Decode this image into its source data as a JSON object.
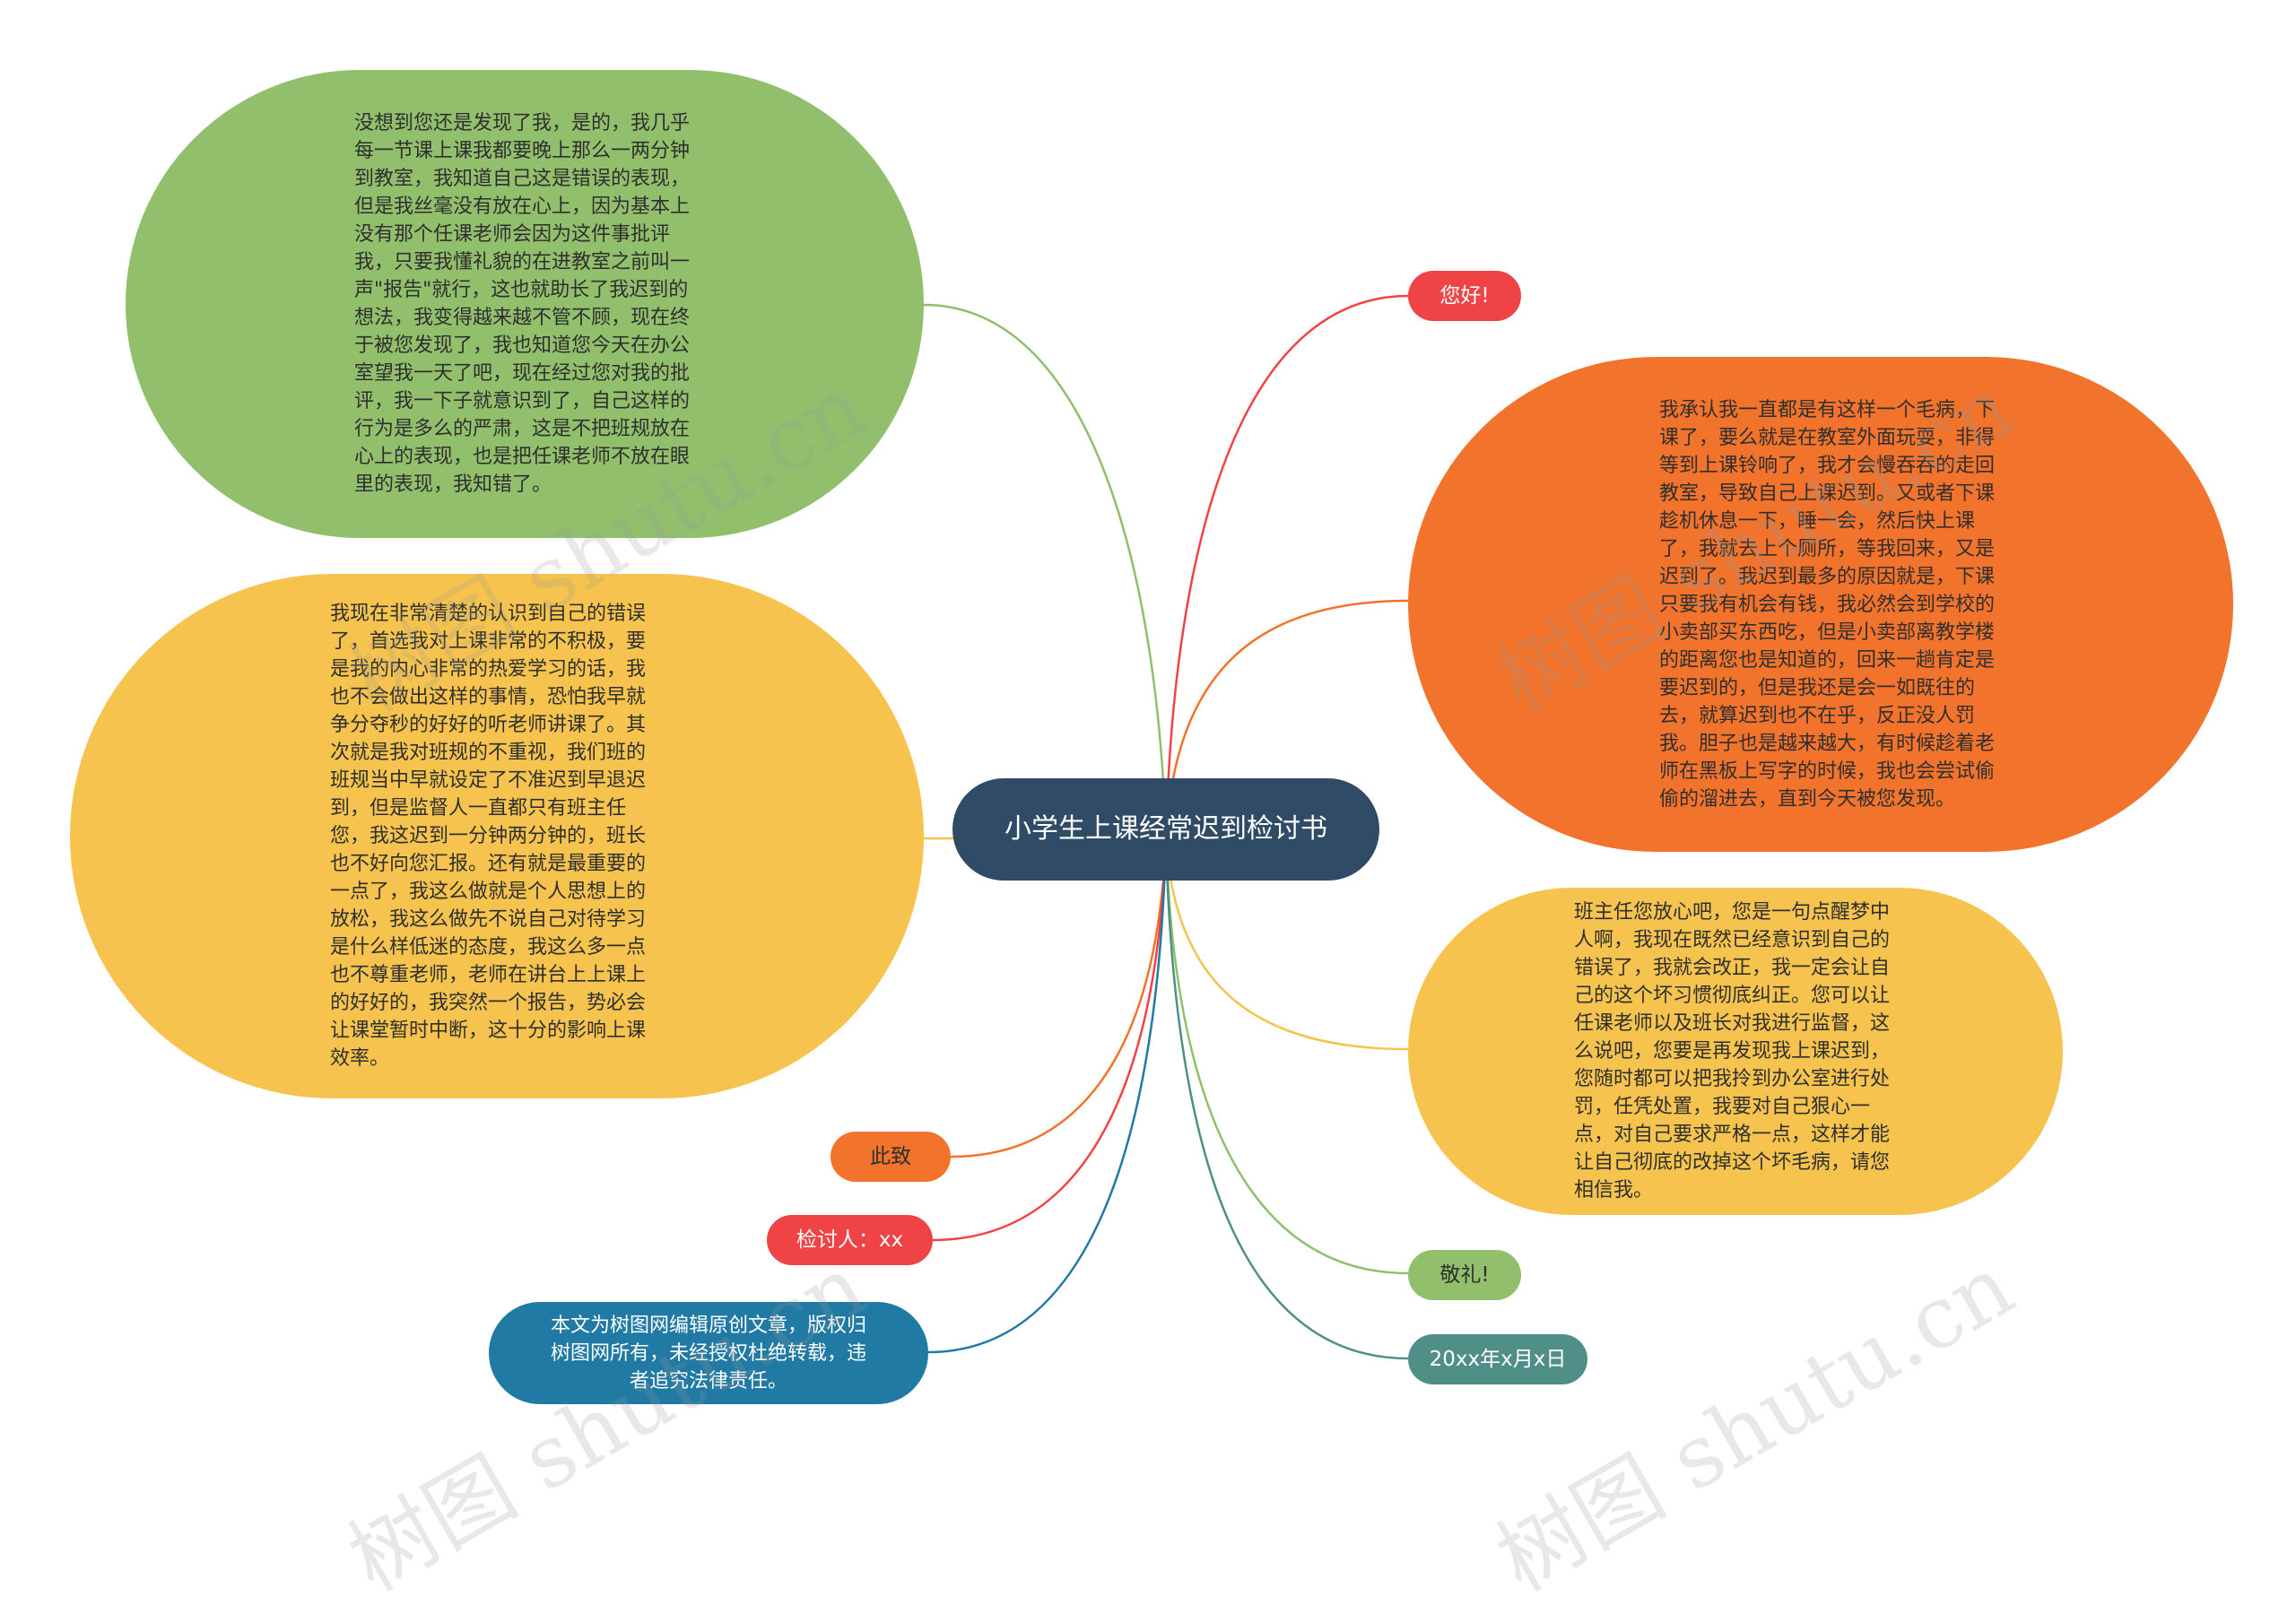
{
  "colors": {
    "center": "#2f4b66",
    "green": "#91bf6c",
    "yellow": "#f6c44e",
    "orange": "#f2732c",
    "red": "#ef4346",
    "blue": "#217aa3",
    "teal": "#4f8f88"
  },
  "center": {
    "title": "小学生上课经常迟到检讨书"
  },
  "left": {
    "bubble1": "没想到您还是发现了我，是的，我几乎每一节课上课我都要晚上那么一两分钟到教室，我知道自己这是错误的表现，但是我丝毫没有放在心上，因为基本上没有那个任课老师会因为这件事批评我，只要我懂礼貌的在进教室之前叫一声\"报告\"就行，这也就助长了我迟到的想法，我变得越来越不管不顾，现在终于被您发现了，我也知道您今天在办公室望我一天了吧，现在经过您对我的批评，我一下子就意识到了，自己这样的行为是多么的严肃，这是不把班规放在心上的表现，也是把任课老师不放在眼里的表现，我知错了。",
    "bubble2": "我现在非常清楚的认识到自己的错误了，首选我对上课非常的不积极，要是我的内心非常的热爱学习的话，我也不会做出这样的事情，恐怕我早就争分夺秒的好好的听老师讲课了。其次就是我对班规的不重视，我们班的班规当中早就设定了不准迟到早退迟到，但是监督人一直都只有班主任您，我这迟到一分钟两分钟的，班长也不好向您汇报。还有就是最重要的一点了，我这么做就是个人思想上的放松，我这么做先不说自己对待学习是什么样低迷的态度，我这么多一点也不尊重老师，老师在讲台上上课上的好好的，我突然一个报告，势必会让课堂暂时中断，这十分的影响上课效率。",
    "cizhi": "此致",
    "jiantaoren": "检讨人：xx",
    "copyright": "本文为树图网编辑原创文章，版权归树图网所有，未经授权杜绝转载，违者追究法律责任。"
  },
  "right": {
    "nihao": "您好!",
    "bubble3": "我承认我一直都是有这样一个毛病，下课了，要么就是在教室外面玩耍，非得等到上课铃响了，我才会慢吞吞的走回教室，导致自己上课迟到。又或者下课趁机休息一下，睡一会，然后快上课了，我就去上个厕所，等我回来，又是迟到了。我迟到最多的原因就是，下课只要我有机会有钱，我必然会到学校的小卖部买东西吃，但是小卖部离教学楼的距离您也是知道的，回来一趟肯定是要迟到的，但是我还是会一如既往的去，就算迟到也不在乎，反正没人罚我。胆子也是越来越大，有时候趁着老师在黑板上写字的时候，我也会尝试偷偷的溜进去，直到今天被您发现。",
    "bubble4": "班主任您放心吧，您是一句点醒梦中人啊，我现在既然已经意识到自己的错误了，我就会改正，我一定会让自己的这个坏习惯彻底纠正。您可以让任课老师以及班长对我进行监督，这么说吧，您要是再发现我上课迟到，您随时都可以把我拎到办公室进行处罚，任凭处置，我要对自己狠心一点，对自己要求严格一点，这样才能让自己彻底的改掉这个坏毛病，请您相信我。",
    "jingli": "敬礼!",
    "date": "20xx年x月x日"
  },
  "watermark": "树图 shutu.cn"
}
